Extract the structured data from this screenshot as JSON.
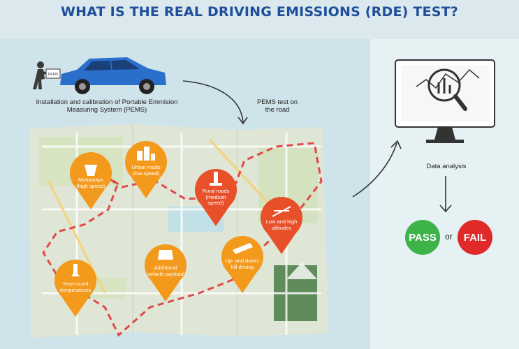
{
  "title": "WHAT IS THE REAL DRIVING EMISSIONS (RDE) TEST?",
  "captions": {
    "install": "Installation and calibration of Portable Emmision Measuring System (PEMS)",
    "pems_test": "PEMS test on the road",
    "data_analysis": "Data analysis",
    "pems_box": "PEMS"
  },
  "pins": {
    "motorways": "Motorways (high speed)",
    "urban": "Urban roads (low speed)",
    "rural": "Rural roads (medium speed)",
    "altitude": "Low and high altitudes",
    "temperature": "Year-round temperatures",
    "payload": "Additional vehicle payload",
    "hill": "Up- and down-hill driving"
  },
  "result": {
    "pass": "PASS",
    "or": "or",
    "fail": "FAIL"
  },
  "colors": {
    "title": "#1f4e9a",
    "pin": "#f39a1c",
    "pin_red": "#e8502a",
    "pass": "#3db34a",
    "fail": "#e02a2a",
    "car": "#2a6fcc",
    "route": "#e04a4a"
  },
  "icons": [
    "person-icon",
    "pems-box-icon",
    "car-icon",
    "map-icon",
    "monitor-icon",
    "magnifier-icon",
    "arrow-icon",
    "tree-icon"
  ]
}
